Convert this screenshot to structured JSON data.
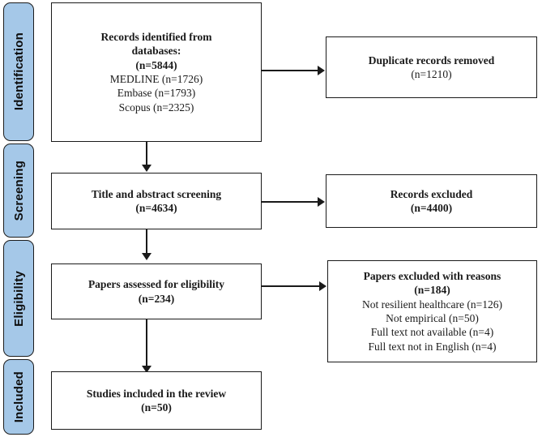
{
  "diagram": {
    "type": "prisma-flow-diagram",
    "accent_color": "#a5c8e8",
    "border_color": "#1a1a1a",
    "background_color": "#ffffff"
  },
  "stages": [
    {
      "id": "identification",
      "label": "Identification"
    },
    {
      "id": "screening",
      "label": "Screening"
    },
    {
      "id": "eligibility",
      "label": "Eligibility"
    },
    {
      "id": "included",
      "label": "Included"
    }
  ],
  "boxes": {
    "records_identified": {
      "title_line_1": "Records identified from",
      "title_line_2": "databases:",
      "total": "(n=5844)",
      "sources": [
        "MEDLINE (n=1726)",
        "Embase (n=1793)",
        "Scopus (n=2325)"
      ]
    },
    "duplicates_removed": {
      "title": "Duplicate records removed",
      "count": "(n=1210)"
    },
    "title_abstract_screening": {
      "title": "Title and abstract screening",
      "count": "(n=4634)"
    },
    "records_excluded": {
      "title": "Records excluded",
      "count": "(n=4400)"
    },
    "papers_assessed": {
      "title": "Papers assessed for eligibility",
      "count": "(n=234)"
    },
    "papers_excluded": {
      "title": "Papers excluded with reasons",
      "count": "(n=184)",
      "reasons": [
        "Not resilient healthcare (n=126)",
        "Not empirical (n=50)",
        "Full text not available (n=4)",
        "Full text not in English (n=4)"
      ]
    },
    "studies_included": {
      "title": "Studies included in the review",
      "count": "(n=50)"
    }
  }
}
